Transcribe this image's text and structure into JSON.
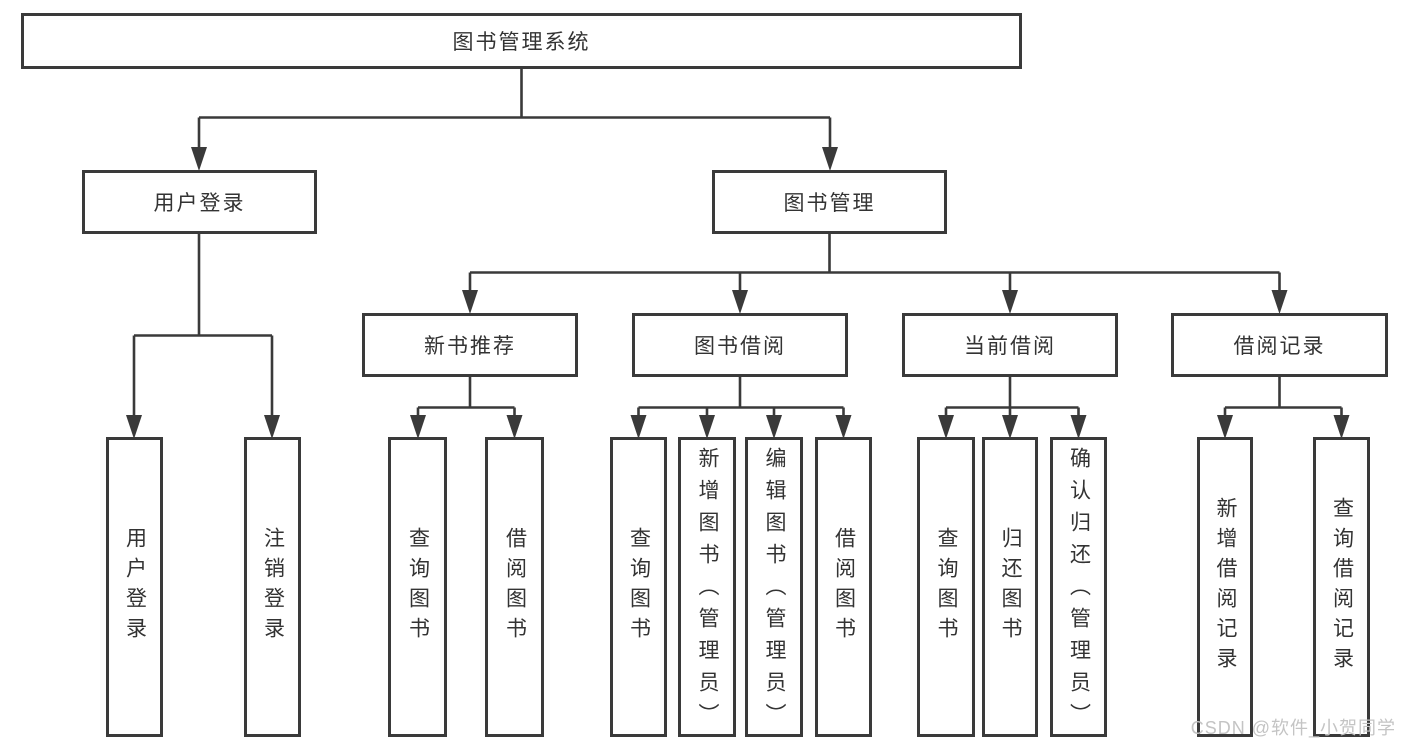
{
  "diagram": {
    "root": {
      "label": "图书管理系统"
    },
    "branches": [
      {
        "label": "用户登录",
        "children": [
          {
            "label": "用户登录"
          },
          {
            "label": "注销登录"
          }
        ]
      },
      {
        "label": "图书管理",
        "children": [
          {
            "label": "新书推荐",
            "children": [
              {
                "label": "查询图书"
              },
              {
                "label": "借阅图书"
              }
            ]
          },
          {
            "label": "图书借阅",
            "children": [
              {
                "label": "查询图书"
              },
              {
                "label": "新增图书（管理员）"
              },
              {
                "label": "编辑图书（管理员）"
              },
              {
                "label": "借阅图书"
              }
            ]
          },
          {
            "label": "当前借阅",
            "children": [
              {
                "label": "查询图书"
              },
              {
                "label": "归还图书"
              },
              {
                "label": "确认归还（管理员）"
              }
            ]
          },
          {
            "label": "借阅记录",
            "children": [
              {
                "label": "新增借阅记录"
              },
              {
                "label": "查询借阅记录"
              }
            ]
          }
        ]
      }
    ],
    "watermark": "CSDN @软件_小贺同学",
    "colors": {
      "line": "#3a3a3a",
      "text": "#333333",
      "box_fill": "#ffffff",
      "watermark": "#c4c4c4",
      "background": "#ffffff"
    }
  }
}
